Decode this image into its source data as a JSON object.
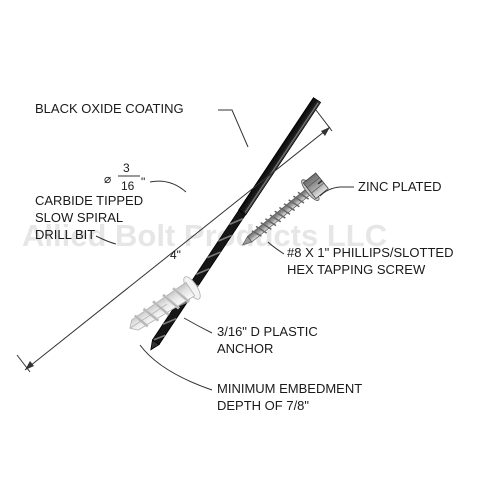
{
  "watermark": "Allied Bolt Products LLC",
  "labels": {
    "coating": "BLACK OXIDE COATING",
    "drill_line1": "CARBIDE TIPPED",
    "drill_line2": "SLOW SPIRAL",
    "drill_line3": "DRILL BIT",
    "zinc": "ZINC PLATED",
    "screw_line1": "#8 X 1\" PHILLIPS/SLOTTED",
    "screw_line2": "HEX TAPPING SCREW",
    "anchor_line1": "3/16\" D PLASTIC",
    "anchor_line2": "ANCHOR",
    "embed_line1": "MINIMUM EMBEDMENT",
    "embed_line2": "DEPTH OF 7/8\""
  },
  "dimensions": {
    "diameter_symbol": "⌀",
    "diameter_numerator": "3",
    "diameter_denominator": "16",
    "diameter_unit": "\"",
    "length": "4\""
  },
  "colors": {
    "drill": "#1c1c1c",
    "screw": "#a8a8a8",
    "anchor": "#e6e6e6",
    "text": "#1a1a1a"
  }
}
